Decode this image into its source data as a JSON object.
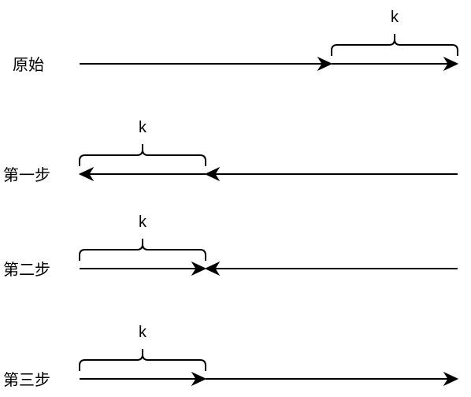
{
  "rows": [
    {
      "label": "原始",
      "brace_label": "k"
    },
    {
      "label": "第一步",
      "brace_label": "k"
    },
    {
      "label": "第二步",
      "brace_label": "k"
    },
    {
      "label": "第三步",
      "brace_label": "k"
    }
  ],
  "colors": {
    "stroke": "#000000",
    "background": "#ffffff"
  }
}
